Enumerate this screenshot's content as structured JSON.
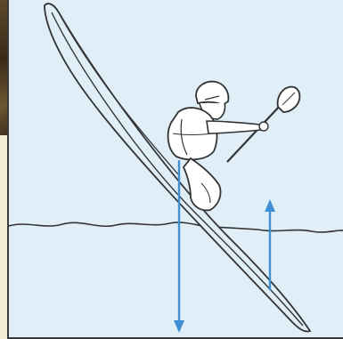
{
  "figure": {
    "background_color": "#dfeef7",
    "page_color": "#f3ecd2",
    "line_color": "#333333",
    "force_arrow_color": "#3f8fd2",
    "elements": {
      "kayak": "kayak-shape",
      "paddler": "paddler-figure",
      "paddle": "paddle-shape",
      "water": "water-surface-line",
      "gravity_arrow": "downward-force-arrow",
      "buoyancy_arrow": "upward-force-arrow"
    }
  }
}
